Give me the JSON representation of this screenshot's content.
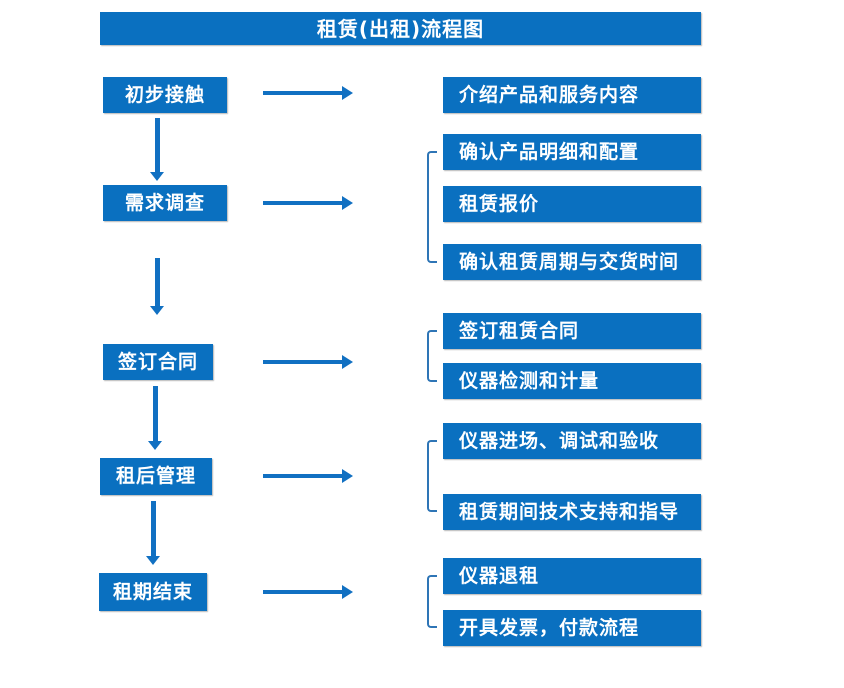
{
  "title": "租赁(出租)流程图",
  "colors": {
    "box_blue": "#0a70c0",
    "arrow_blue": "#1170c2",
    "bracket_blue": "#2e75b6",
    "text": "#ffffff",
    "background": "#ffffff"
  },
  "steps": [
    {
      "label": "初步接触",
      "outputs": [
        "介绍产品和服务内容"
      ]
    },
    {
      "label": "需求调查",
      "outputs": [
        "确认产品明细和配置",
        "租赁报价",
        "确认租赁周期与交货时间"
      ]
    },
    {
      "label": "签订合同",
      "outputs": [
        "签订租赁合同",
        "仪器检测和计量"
      ]
    },
    {
      "label": "租后管理",
      "outputs": [
        "仪器进场、调试和验收",
        "租赁期间技术支持和指导"
      ]
    },
    {
      "label": "租期结束",
      "outputs": [
        "仪器退租",
        "开具发票，付款流程"
      ]
    }
  ]
}
